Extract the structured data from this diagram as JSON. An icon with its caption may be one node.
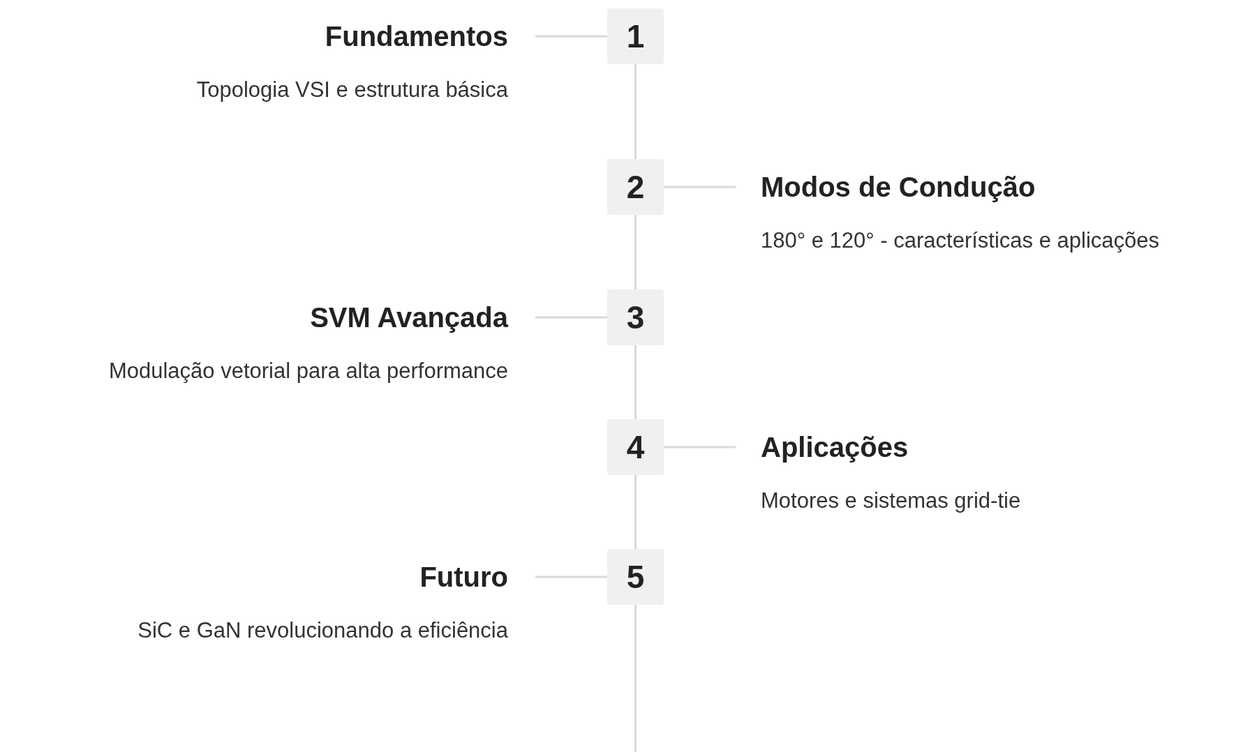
{
  "diagram": {
    "nodes": [
      {
        "text": [
          "Fundamentos",
          "Topologia VSI e estrutura básica"
        ]
      },
      {
        "text": [
          "1"
        ]
      },
      {
        "text": [
          "2"
        ]
      },
      {
        "text": [
          "Modos de Condução",
          "180° e 120° - características e aplicações"
        ]
      },
      {
        "text": [
          "SVM Avançada",
          "Modulação vetorial para alta performance"
        ]
      },
      {
        "text": [
          "3"
        ]
      },
      {
        "text": [
          "4"
        ]
      },
      {
        "text": [
          "Aplicações",
          "Motores e sistemas grid-tie"
        ]
      },
      {
        "text": [
          "Futuro",
          "SiC e GaN revolucionando a eficiência"
        ]
      },
      {
        "text": [
          "5"
        ]
      }
    ],
    "edges": [
      {
        "from": 0,
        "to": 1,
        "arrow": "none"
      },
      {
        "from": 1,
        "to": 2,
        "arrow": "none"
      },
      {
        "from": 2,
        "to": 3,
        "arrow": "none"
      },
      {
        "from": 2,
        "to": 5,
        "arrow": "none"
      },
      {
        "from": 4,
        "to": 5,
        "arrow": "none"
      },
      {
        "from": 5,
        "to": 6,
        "arrow": "none"
      },
      {
        "from": 6,
        "to": 7,
        "arrow": "none"
      },
      {
        "from": 6,
        "to": 9,
        "arrow": "none"
      },
      {
        "from": 8,
        "to": 9,
        "arrow": "none"
      },
      {
        "from": 9,
        "to": null,
        "arrow": "none"
      }
    ]
  }
}
